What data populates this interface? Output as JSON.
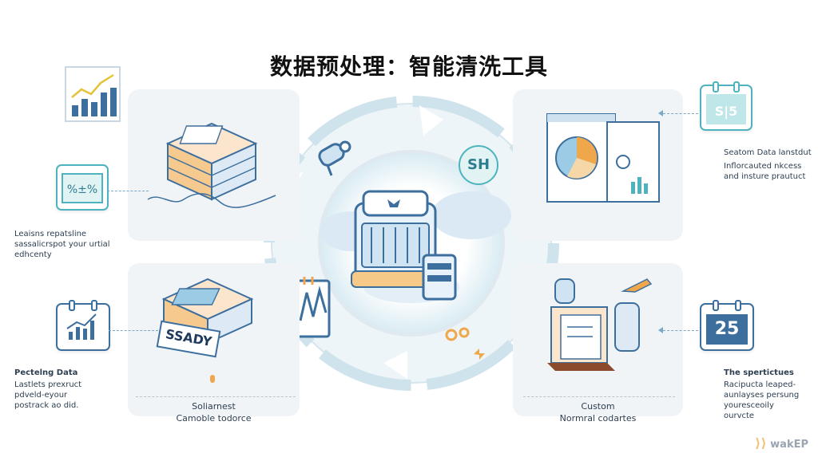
{
  "title": "数据预处理：智能清洗工具",
  "left_top_note": {
    "lines": [
      "Leaisns repatsline",
      "sassalicrspot your urtial",
      "edhcenty"
    ]
  },
  "left_bottom_note": {
    "heading": "Pectelng Data",
    "lines": [
      "Lastlets prexruct",
      "pdveld-eyour",
      "postrack ao did."
    ]
  },
  "right_top_note": {
    "heading": "Seatom Data lanstdut",
    "lines": [
      "Inflorcauted nkcess",
      "and insture prautuct"
    ]
  },
  "right_bottom_note": {
    "heading": "The spertictues",
    "lines": [
      "Racipucta leaped-",
      "aunlayses persung",
      "youresceoily",
      "ourvcte"
    ]
  },
  "bottom_left_caption": {
    "line1": "Soliarnest",
    "line2": "Camoble todorce"
  },
  "bottom_right_caption": {
    "line1": "Custom",
    "line2": "Normral codartes"
  },
  "calendar_number": "25",
  "badge_text": "SH",
  "stamp_text": "SSADY",
  "logo_text": "wakEP",
  "colors": {
    "accent_blue": "#3d6f9e",
    "teal": "#4fb3bf",
    "orange": "#f0a64a",
    "panel_bg": "#f1f4f7"
  }
}
